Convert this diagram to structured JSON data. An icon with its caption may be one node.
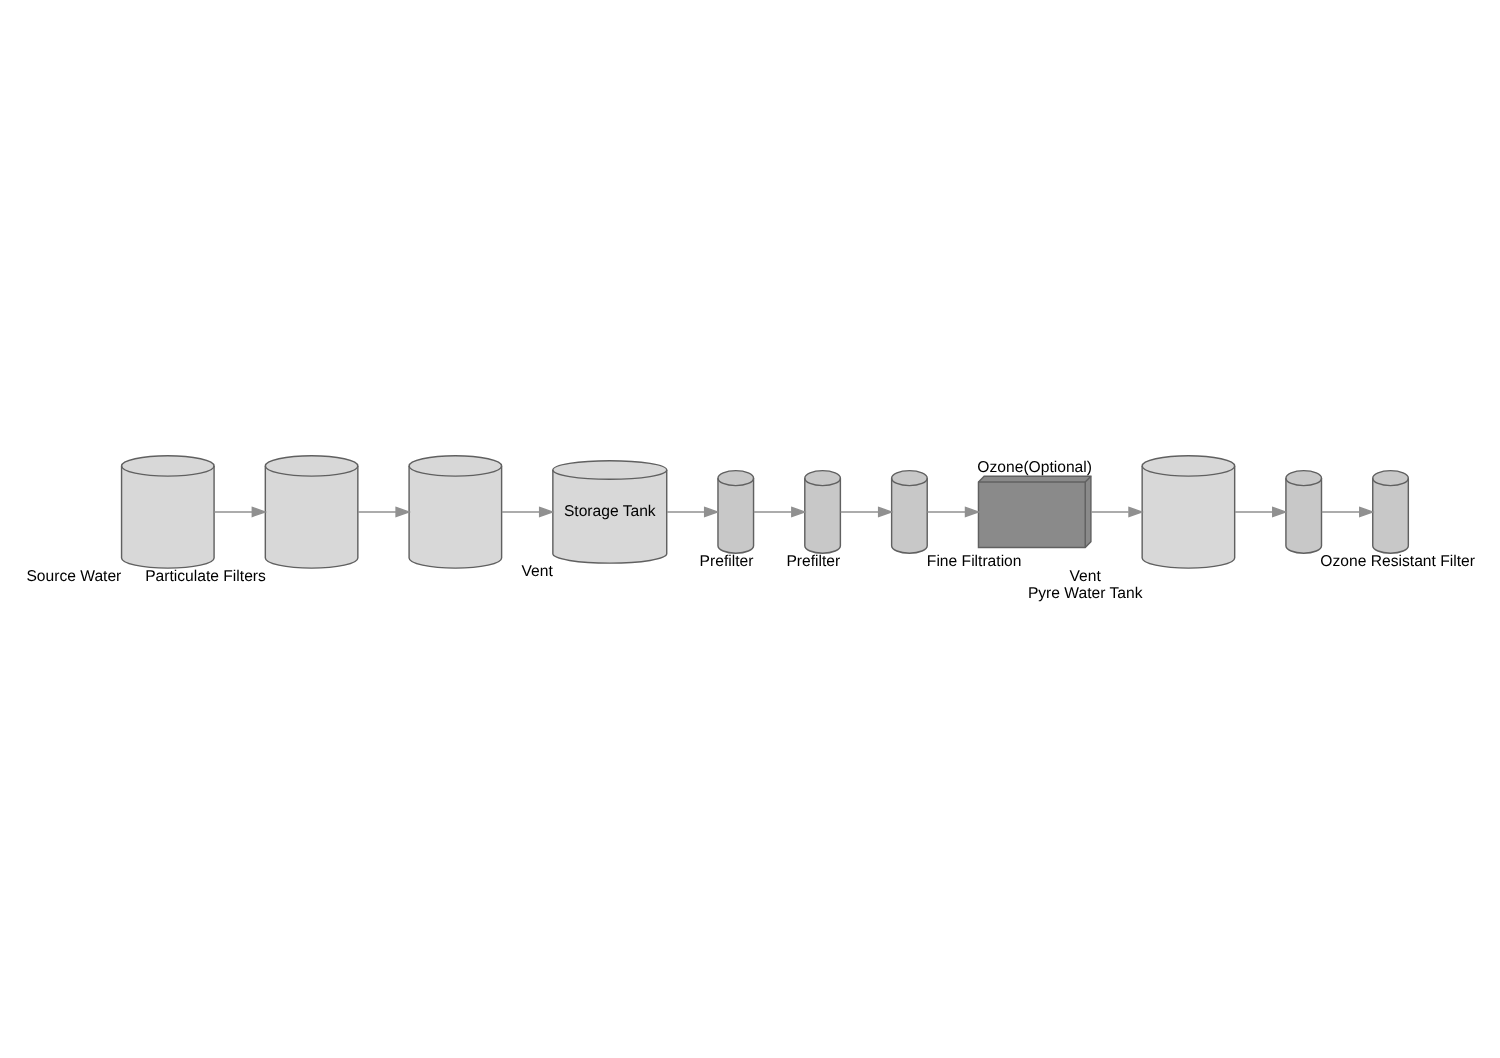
{
  "diagram": {
    "nodes": [
      {
        "text": [],
        "shape": "cylinder",
        "beside": [
          "Source Water"
        ]
      },
      {
        "text": [],
        "shape": "cylinder",
        "beside": [
          "Particulate Filters"
        ]
      },
      {
        "text": [],
        "shape": "cylinder"
      },
      {
        "text": [
          "Storage Tank"
        ],
        "beside": [
          "Vent"
        ]
      },
      {
        "text": [],
        "shape": "picture",
        "beside": [
          "Prefilter"
        ]
      },
      {
        "text": [],
        "shape": "picture",
        "beside": [
          "Prefilter"
        ]
      },
      {
        "text": [],
        "shape": "picture",
        "beside": [
          "Fine Filtration"
        ]
      },
      {
        "text": [],
        "shape": "box",
        "beside": [
          "Ozone(Optional)"
        ]
      },
      {
        "text": [],
        "shape": "cylinder",
        "beside": [
          "Vent",
          "Pyre Water Tank"
        ]
      },
      {
        "text": [],
        "shape": "picture",
        "beside": [
          "Ozone Resistant Filter"
        ]
      },
      {
        "text": [],
        "shape": "picture"
      }
    ],
    "edges": [
      {
        "from": 0,
        "to": 1,
        "arrow": "to"
      },
      {
        "from": 1,
        "to": 2,
        "arrow": "to"
      },
      {
        "from": 2,
        "to": 3,
        "arrow": "to"
      },
      {
        "from": 3,
        "to": 4,
        "arrow": "to"
      },
      {
        "from": 4,
        "to": 5,
        "arrow": "to"
      },
      {
        "from": 5,
        "to": 6,
        "arrow": "to"
      },
      {
        "from": 6,
        "to": 7,
        "arrow": "to"
      },
      {
        "from": 7,
        "to": 8,
        "arrow": "to"
      },
      {
        "from": 8,
        "to": 9,
        "arrow": "to"
      },
      {
        "from": 9,
        "to": 10,
        "arrow": "to"
      }
    ]
  }
}
